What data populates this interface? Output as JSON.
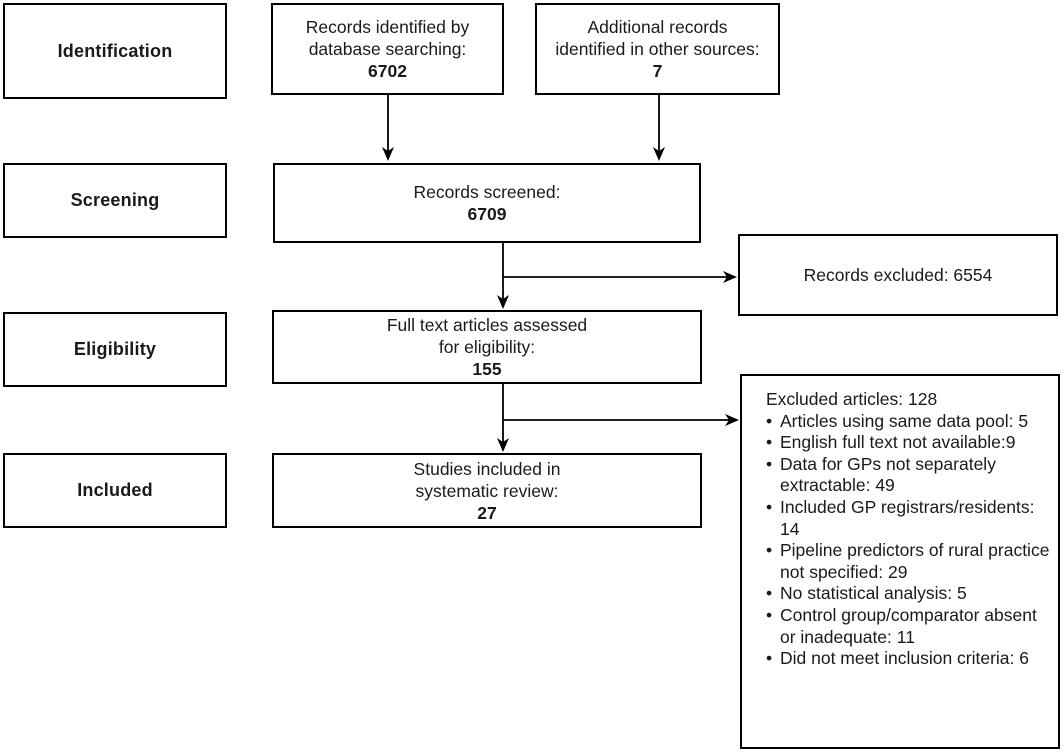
{
  "stages": {
    "identification": "Identification",
    "screening": "Screening",
    "eligibility": "Eligibility",
    "included": "Included"
  },
  "boxes": {
    "db_search": {
      "line1": "Records identified by",
      "line2": "database searching:",
      "count": "6702"
    },
    "other_sources": {
      "line1": "Additional records",
      "line2": "identified in other sources:",
      "count": "7"
    },
    "screened": {
      "line1": "Records screened:",
      "count": "6709"
    },
    "full_text": {
      "line1": "Full text articles assessed",
      "line2": "for eligibility:",
      "count": "155"
    },
    "included_studies": {
      "line1": "Studies included in",
      "line2": "systematic review:",
      "count": "27"
    },
    "records_excluded": {
      "text": "Records excluded: 6554"
    },
    "excluded_articles": {
      "title": "Excluded articles: 128",
      "items": [
        "Articles using same data pool: 5",
        "English full text not available:9",
        "Data for GPs not separately extractable: 49",
        "Included GP registrars/residents: 14",
        "Pipeline predictors of rural practice not specified: 29",
        "No statistical analysis: 5",
        "Control group/comparator absent or inadequate: 11",
        "Did not meet inclusion criteria: 6"
      ]
    }
  },
  "colors": {
    "line": "#000000",
    "text": "#1a1a1a",
    "background": "#ffffff"
  }
}
